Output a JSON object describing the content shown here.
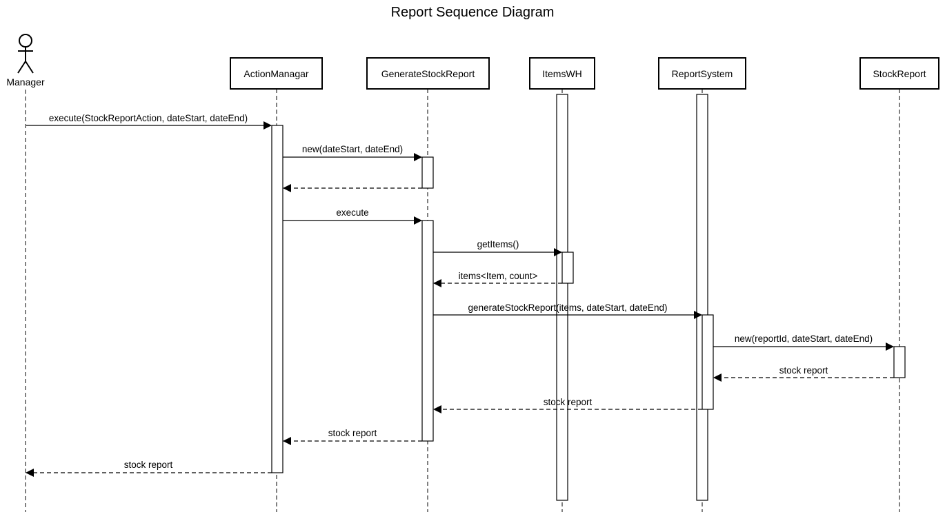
{
  "diagram": {
    "title": "Report Sequence Diagram",
    "actor": {
      "label": "Manager"
    },
    "participants": [
      {
        "id": "actionManagar",
        "label": "ActionManagar"
      },
      {
        "id": "generateStockReport",
        "label": "GenerateStockReport"
      },
      {
        "id": "itemsWH",
        "label": "ItemsWH"
      },
      {
        "id": "reportSystem",
        "label": "ReportSystem"
      },
      {
        "id": "stockReport",
        "label": "StockReport"
      }
    ],
    "messages": [
      {
        "from": "manager",
        "to": "actionManagar",
        "kind": "call",
        "label": "execute(StockReportAction, dateStart, dateEnd)"
      },
      {
        "from": "actionManagar",
        "to": "generateStockReport",
        "kind": "call",
        "label": "new(dateStart, dateEnd)"
      },
      {
        "from": "generateStockReport",
        "to": "actionManagar",
        "kind": "return",
        "label": ""
      },
      {
        "from": "actionManagar",
        "to": "generateStockReport",
        "kind": "call",
        "label": "execute"
      },
      {
        "from": "generateStockReport",
        "to": "itemsWH",
        "kind": "call",
        "label": "getItems()"
      },
      {
        "from": "itemsWH",
        "to": "generateStockReport",
        "kind": "return",
        "label": "items<Item, count>"
      },
      {
        "from": "generateStockReport",
        "to": "reportSystem",
        "kind": "call",
        "label": "generateStockReport(items, dateStart, dateEnd)"
      },
      {
        "from": "reportSystem",
        "to": "stockReport",
        "kind": "call",
        "label": "new(reportId, dateStart, dateEnd)"
      },
      {
        "from": "stockReport",
        "to": "reportSystem",
        "kind": "return",
        "label": "stock report"
      },
      {
        "from": "reportSystem",
        "to": "generateStockReport",
        "kind": "return",
        "label": "stock report"
      },
      {
        "from": "generateStockReport",
        "to": "actionManagar",
        "kind": "return",
        "label": "stock report"
      },
      {
        "from": "actionManagar",
        "to": "manager",
        "kind": "return",
        "label": "stock report"
      }
    ]
  }
}
